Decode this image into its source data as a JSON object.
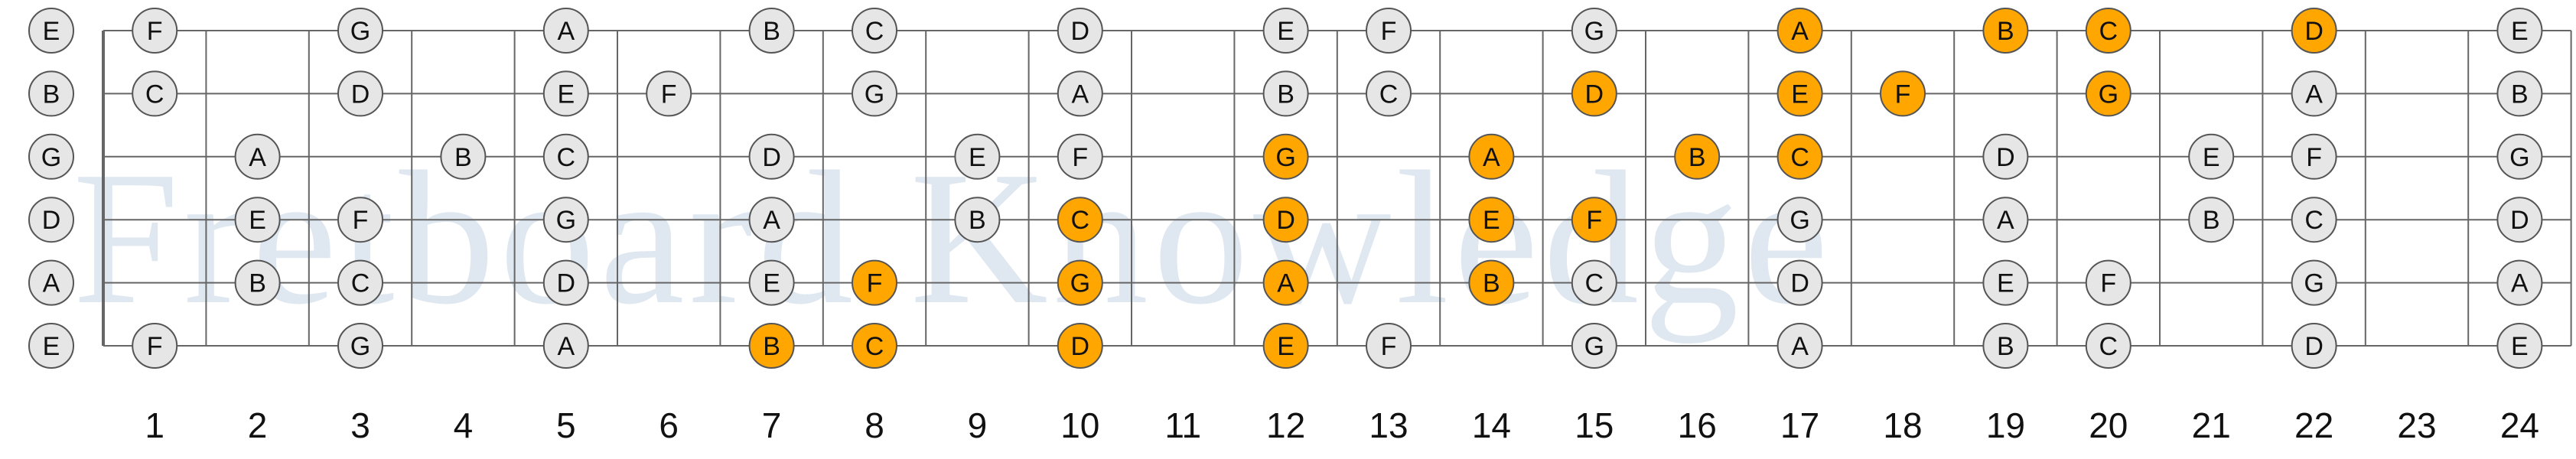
{
  "watermark": "Fretboard Knowledge",
  "colors": {
    "note_fill": "#e6e6e6",
    "highlight_fill": "#ffa600",
    "note_stroke": "#555555",
    "line": "#666666",
    "watermark": "#dfe7f0"
  },
  "open_strings": [
    "E",
    "B",
    "G",
    "D",
    "A",
    "E"
  ],
  "fret_labels": [
    "1",
    "2",
    "3",
    "4",
    "5",
    "6",
    "7",
    "8",
    "9",
    "10",
    "11",
    "12",
    "13",
    "14",
    "15",
    "16",
    "17",
    "18",
    "19",
    "20",
    "21",
    "22",
    "23",
    "24"
  ],
  "notes": [
    {
      "s": 0,
      "f": 1,
      "n": "F",
      "hl": false
    },
    {
      "s": 0,
      "f": 3,
      "n": "G",
      "hl": false
    },
    {
      "s": 0,
      "f": 5,
      "n": "A",
      "hl": false
    },
    {
      "s": 0,
      "f": 7,
      "n": "B",
      "hl": false
    },
    {
      "s": 0,
      "f": 8,
      "n": "C",
      "hl": false
    },
    {
      "s": 0,
      "f": 10,
      "n": "D",
      "hl": false
    },
    {
      "s": 0,
      "f": 12,
      "n": "E",
      "hl": false
    },
    {
      "s": 0,
      "f": 13,
      "n": "F",
      "hl": false
    },
    {
      "s": 0,
      "f": 15,
      "n": "G",
      "hl": false
    },
    {
      "s": 0,
      "f": 17,
      "n": "A",
      "hl": true
    },
    {
      "s": 0,
      "f": 19,
      "n": "B",
      "hl": true
    },
    {
      "s": 0,
      "f": 20,
      "n": "C",
      "hl": true
    },
    {
      "s": 0,
      "f": 22,
      "n": "D",
      "hl": true
    },
    {
      "s": 0,
      "f": 24,
      "n": "E",
      "hl": false
    },
    {
      "s": 1,
      "f": 1,
      "n": "C",
      "hl": false
    },
    {
      "s": 1,
      "f": 3,
      "n": "D",
      "hl": false
    },
    {
      "s": 1,
      "f": 5,
      "n": "E",
      "hl": false
    },
    {
      "s": 1,
      "f": 6,
      "n": "F",
      "hl": false
    },
    {
      "s": 1,
      "f": 8,
      "n": "G",
      "hl": false
    },
    {
      "s": 1,
      "f": 10,
      "n": "A",
      "hl": false
    },
    {
      "s": 1,
      "f": 12,
      "n": "B",
      "hl": false
    },
    {
      "s": 1,
      "f": 13,
      "n": "C",
      "hl": false
    },
    {
      "s": 1,
      "f": 15,
      "n": "D",
      "hl": true
    },
    {
      "s": 1,
      "f": 17,
      "n": "E",
      "hl": true
    },
    {
      "s": 1,
      "f": 18,
      "n": "F",
      "hl": true
    },
    {
      "s": 1,
      "f": 20,
      "n": "G",
      "hl": true
    },
    {
      "s": 1,
      "f": 22,
      "n": "A",
      "hl": false
    },
    {
      "s": 1,
      "f": 24,
      "n": "B",
      "hl": false
    },
    {
      "s": 2,
      "f": 2,
      "n": "A",
      "hl": false
    },
    {
      "s": 2,
      "f": 4,
      "n": "B",
      "hl": false
    },
    {
      "s": 2,
      "f": 5,
      "n": "C",
      "hl": false
    },
    {
      "s": 2,
      "f": 7,
      "n": "D",
      "hl": false
    },
    {
      "s": 2,
      "f": 9,
      "n": "E",
      "hl": false
    },
    {
      "s": 2,
      "f": 10,
      "n": "F",
      "hl": false
    },
    {
      "s": 2,
      "f": 12,
      "n": "G",
      "hl": true
    },
    {
      "s": 2,
      "f": 14,
      "n": "A",
      "hl": true
    },
    {
      "s": 2,
      "f": 16,
      "n": "B",
      "hl": true
    },
    {
      "s": 2,
      "f": 17,
      "n": "C",
      "hl": true
    },
    {
      "s": 2,
      "f": 19,
      "n": "D",
      "hl": false
    },
    {
      "s": 2,
      "f": 21,
      "n": "E",
      "hl": false
    },
    {
      "s": 2,
      "f": 22,
      "n": "F",
      "hl": false
    },
    {
      "s": 2,
      "f": 24,
      "n": "G",
      "hl": false
    },
    {
      "s": 3,
      "f": 2,
      "n": "E",
      "hl": false
    },
    {
      "s": 3,
      "f": 3,
      "n": "F",
      "hl": false
    },
    {
      "s": 3,
      "f": 5,
      "n": "G",
      "hl": false
    },
    {
      "s": 3,
      "f": 7,
      "n": "A",
      "hl": false
    },
    {
      "s": 3,
      "f": 9,
      "n": "B",
      "hl": false
    },
    {
      "s": 3,
      "f": 10,
      "n": "C",
      "hl": true
    },
    {
      "s": 3,
      "f": 12,
      "n": "D",
      "hl": true
    },
    {
      "s": 3,
      "f": 14,
      "n": "E",
      "hl": true
    },
    {
      "s": 3,
      "f": 15,
      "n": "F",
      "hl": true
    },
    {
      "s": 3,
      "f": 17,
      "n": "G",
      "hl": false
    },
    {
      "s": 3,
      "f": 19,
      "n": "A",
      "hl": false
    },
    {
      "s": 3,
      "f": 21,
      "n": "B",
      "hl": false
    },
    {
      "s": 3,
      "f": 22,
      "n": "C",
      "hl": false
    },
    {
      "s": 3,
      "f": 24,
      "n": "D",
      "hl": false
    },
    {
      "s": 4,
      "f": 2,
      "n": "B",
      "hl": false
    },
    {
      "s": 4,
      "f": 3,
      "n": "C",
      "hl": false
    },
    {
      "s": 4,
      "f": 5,
      "n": "D",
      "hl": false
    },
    {
      "s": 4,
      "f": 7,
      "n": "E",
      "hl": false
    },
    {
      "s": 4,
      "f": 8,
      "n": "F",
      "hl": true
    },
    {
      "s": 4,
      "f": 10,
      "n": "G",
      "hl": true
    },
    {
      "s": 4,
      "f": 12,
      "n": "A",
      "hl": true
    },
    {
      "s": 4,
      "f": 14,
      "n": "B",
      "hl": true
    },
    {
      "s": 4,
      "f": 15,
      "n": "C",
      "hl": false
    },
    {
      "s": 4,
      "f": 17,
      "n": "D",
      "hl": false
    },
    {
      "s": 4,
      "f": 19,
      "n": "E",
      "hl": false
    },
    {
      "s": 4,
      "f": 20,
      "n": "F",
      "hl": false
    },
    {
      "s": 4,
      "f": 22,
      "n": "G",
      "hl": false
    },
    {
      "s": 4,
      "f": 24,
      "n": "A",
      "hl": false
    },
    {
      "s": 5,
      "f": 1,
      "n": "F",
      "hl": false
    },
    {
      "s": 5,
      "f": 3,
      "n": "G",
      "hl": false
    },
    {
      "s": 5,
      "f": 5,
      "n": "A",
      "hl": false
    },
    {
      "s": 5,
      "f": 7,
      "n": "B",
      "hl": true
    },
    {
      "s": 5,
      "f": 8,
      "n": "C",
      "hl": true
    },
    {
      "s": 5,
      "f": 10,
      "n": "D",
      "hl": true
    },
    {
      "s": 5,
      "f": 12,
      "n": "E",
      "hl": true
    },
    {
      "s": 5,
      "f": 13,
      "n": "F",
      "hl": false
    },
    {
      "s": 5,
      "f": 15,
      "n": "G",
      "hl": false
    },
    {
      "s": 5,
      "f": 17,
      "n": "A",
      "hl": false
    },
    {
      "s": 5,
      "f": 19,
      "n": "B",
      "hl": false
    },
    {
      "s": 5,
      "f": 20,
      "n": "C",
      "hl": false
    },
    {
      "s": 5,
      "f": 22,
      "n": "D",
      "hl": false
    },
    {
      "s": 5,
      "f": 24,
      "n": "E",
      "hl": false
    }
  ]
}
